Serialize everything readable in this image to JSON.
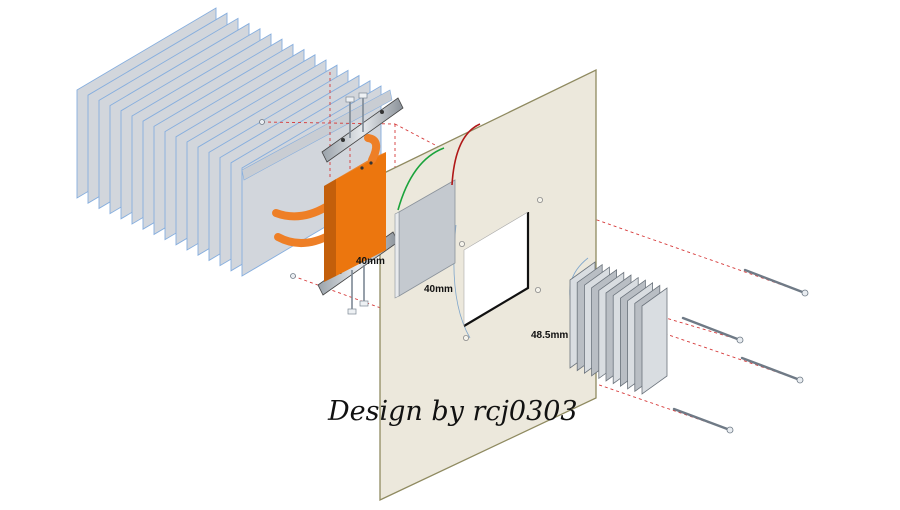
{
  "labels": {
    "dim_block": "40mm",
    "dim_peltier": "40mm",
    "dim_small_sink": "48.5mm",
    "credit": "Design by rcj0303"
  },
  "colors": {
    "fin_fill": "#d2d6dc",
    "fin_edge": "#86aede",
    "copper_block": "#ec760e",
    "copper_block_side": "#c35f0b",
    "heat_pipe": "#ee7f26",
    "panel_fill": "#ece8dc",
    "panel_edge": "#8f8a60",
    "peltier": "#c4c9cf",
    "guide_line": "#d63a3a",
    "wire_green": "#1aa33b",
    "wire_red": "#b01818",
    "screw": "#6f7a86"
  }
}
